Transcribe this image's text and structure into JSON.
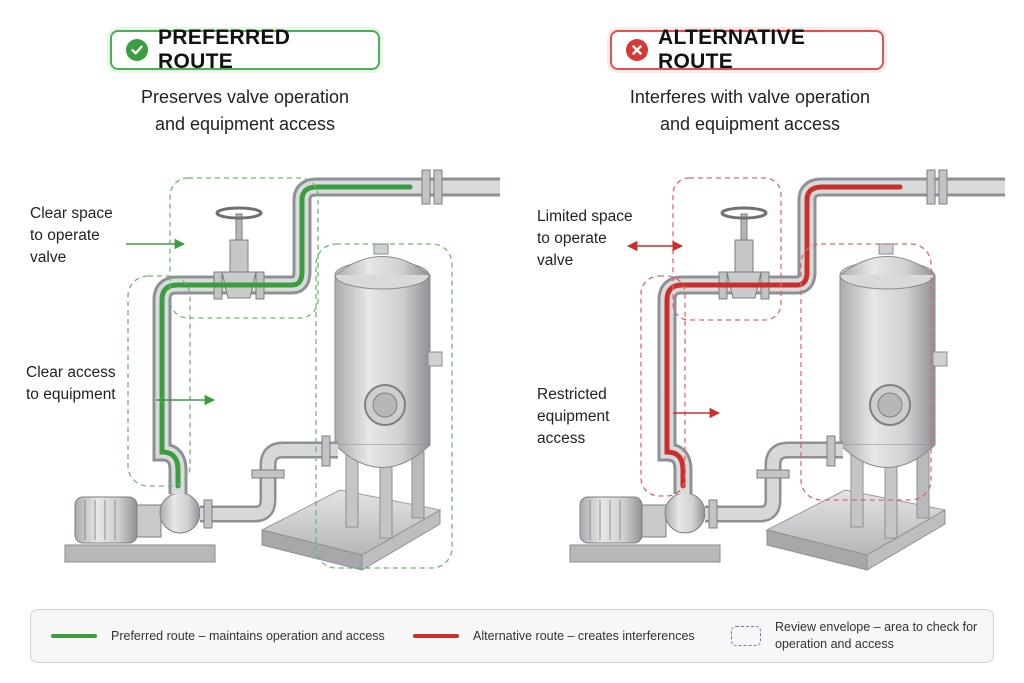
{
  "left_panel": {
    "badge_text": "PREFERRED ROUTE",
    "badge_icon": "check-circle-icon",
    "badge_color": "#4caf50",
    "subtitle_line1": "Preserves valve operation",
    "subtitle_line2": "and equipment access",
    "callout_valve": [
      "Clear space",
      "to operate",
      "valve"
    ],
    "callout_equipment": [
      "Clear access",
      "to equipment"
    ]
  },
  "right_panel": {
    "badge_text": "ALTERNATIVE ROUTE",
    "badge_icon": "x-circle-icon",
    "badge_color": "#e05252",
    "subtitle_line1": "Interferes with valve operation",
    "subtitle_line2": "and equipment access",
    "callout_valve": [
      "Limited space",
      "to operate",
      "valve"
    ],
    "callout_equipment": [
      "Restricted",
      "equipment",
      "access"
    ]
  },
  "legend": {
    "preferred": "Preferred route – maintains operation and access",
    "alternative": "Alternative route – creates interferences",
    "envelope_line1": "Review envelope – area to check for",
    "envelope_line2": "operation and access"
  },
  "colors": {
    "preferred_route": "#3a9d3f",
    "alternative_route": "#c9302c",
    "envelope": "#5b7fc9",
    "pipe": "#c8c9cb"
  }
}
